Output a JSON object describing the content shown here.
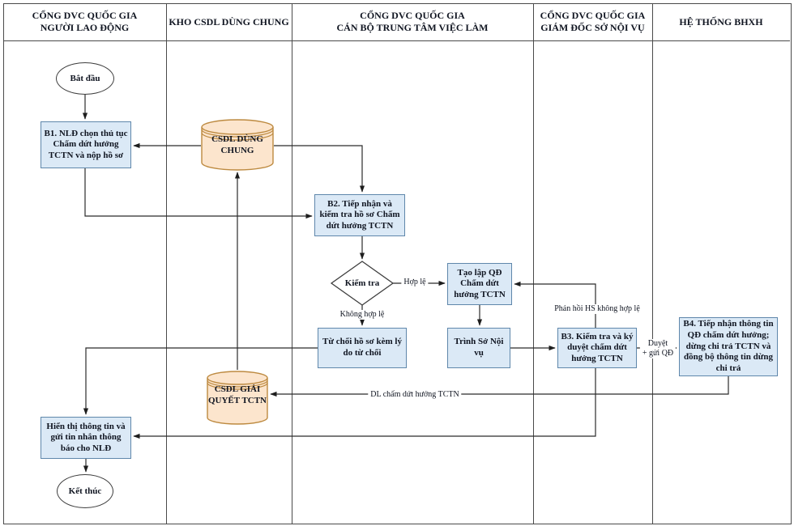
{
  "lanes": [
    {
      "title": "CỔNG DVC QUỐC GIA\nNGƯỜI LAO ĐỘNG"
    },
    {
      "title": "KHO CSDL DÙNG CHUNG"
    },
    {
      "title": "CỔNG DVC QUỐC GIA\nCÁN BỘ TRUNG TÂM VIỆC LÀM"
    },
    {
      "title": "CỔNG DVC QUỐC GIA\nGIÁM ĐỐC SỞ NỘI VỤ"
    },
    {
      "title": "HỆ THỐNG BHXH"
    }
  ],
  "nodes": {
    "start": {
      "label": "Bắt đầu"
    },
    "b1": {
      "label": "B1. NLĐ chọn thủ tục Chấm dứt hưởng TCTN và nộp hồ sơ"
    },
    "csdl_dung_chung": {
      "label": "CSDL DÙNG CHUNG"
    },
    "b2": {
      "label": "B2. Tiếp nhận và kiểm tra hồ sơ Chấm dứt hưởng TCTN"
    },
    "kiem_tra": {
      "label": "Kiểm tra"
    },
    "tao_lap_qd": {
      "label": "Tạo lập QĐ Chấm dứt hưởng TCTN"
    },
    "tu_choi": {
      "label": "Từ chối hồ sơ kèm lý do từ chối"
    },
    "trinh_so_noi_vu": {
      "label": "Trình Sở Nội vụ"
    },
    "b3": {
      "label": "B3. Kiểm tra và ký duyệt chấm dứt hưởng TCTN"
    },
    "b4": {
      "label": "B4. Tiếp nhận thông tin QĐ chấm dứt hưởng; dừng chi trả TCTN và đồng bộ thông tin dừng chi trả"
    },
    "csdl_giai_quyet": {
      "label": "CSDL GIẢI QUYẾT TCTN"
    },
    "hien_thi": {
      "label": "Hiển thị thông tin và gửi tin nhắn thông báo cho NLĐ"
    },
    "end": {
      "label": "Kết thúc"
    }
  },
  "edge_labels": {
    "hop_le": "Hợp lệ",
    "khong_hop_le": "Không hợp lệ",
    "phan_hoi_hs": "Phản hồi HS không hợp lệ",
    "duyet": "Duyệt",
    "gui_qd": "+ gửi QĐ",
    "dl_cham_dut": "DL chấm dứt hưởng TCTN"
  },
  "colors": {
    "process_fill": "#dbe9f6",
    "process_border": "#5f87ab",
    "datastore_fill": "#fce5cd",
    "datastore_border": "#bd8a40",
    "connector": "#2b2b2b",
    "lane_border": "#4a4a4a"
  }
}
